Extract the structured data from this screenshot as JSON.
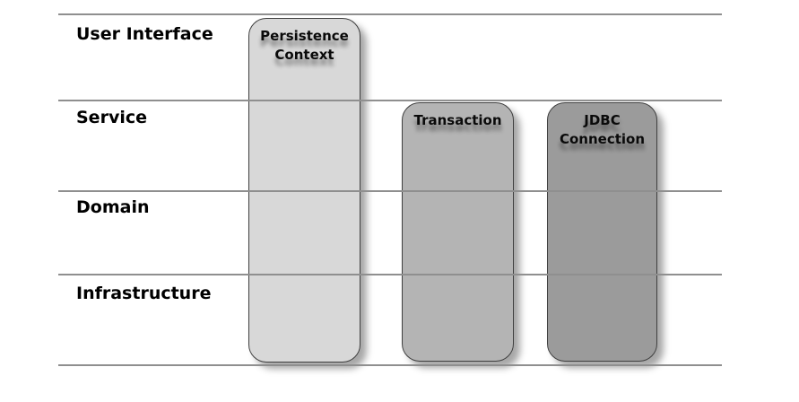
{
  "diagram": {
    "background": "#ffffff",
    "divider_color": "#8f8f8f",
    "label_color": "#000000",
    "layers": [
      {
        "label": "User Interface"
      },
      {
        "label": "Service"
      },
      {
        "label": "Domain"
      },
      {
        "label": "Infrastructure"
      }
    ],
    "boxes": [
      {
        "label": "Persistence Context",
        "fill": "#d8d8d8"
      },
      {
        "label": "Transaction",
        "fill": "#b4b4b4"
      },
      {
        "label": "JDBC Connection",
        "fill": "#9b9b9b"
      }
    ]
  }
}
